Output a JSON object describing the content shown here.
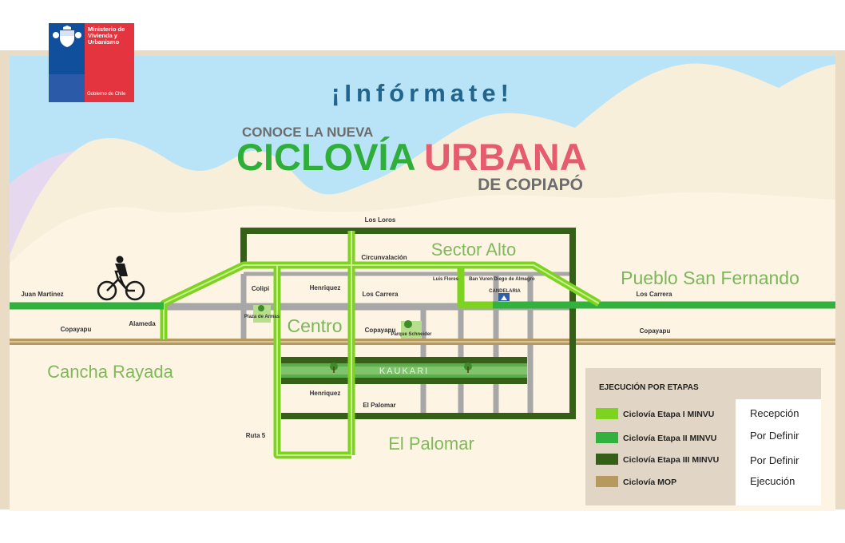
{
  "logo": {
    "ministry": "Ministerio de Vivienda y Urbanismo",
    "government": "Gobierno de Chile"
  },
  "header": {
    "informate": "¡Infórmate!",
    "conoce": "CONOCE LA NUEVA",
    "ciclovia": "CICLOVÍA",
    "urbana": "URBANA",
    "de_copiapo": "DE COPIAPÓ"
  },
  "sectors": {
    "sector_alto": "Sector Alto",
    "pueblo_san_fernando": "Pueblo San Fernando",
    "centro": "Centro",
    "cancha_rayada": "Cancha Rayada",
    "el_palomar": "El Palomar"
  },
  "streets": {
    "los_loros": "Los Loros",
    "circunvalacion": "Circunvalación",
    "henriquez_top": "Henriquez",
    "los_carrera_center": "Los Carrera",
    "colipi": "Colipi",
    "luis_flores": "Luis Flores",
    "ban_vuren": "Ban Vuren",
    "diego_de_almagro": "Diego de Almagro",
    "los_carrera_east": "Los Carrera",
    "juan_martinez": "Juan Martinez",
    "copayapu_west": "Copayapu",
    "alameda": "Alameda",
    "copayapu_center": "Copayapu",
    "copayapu_east": "Copayapu",
    "henriquez_bottom": "Henriquez",
    "el_palomar": "El Palomar",
    "ruta_5": "Ruta 5",
    "kaukari": "KAUKARI",
    "plaza_de_armas": "Plaza de Armas",
    "parque_schneider": "Parque Schneider",
    "candelaria": "CANDELARIA"
  },
  "legend": {
    "title": "EJECUCIÓN POR ETAPAS",
    "items": [
      {
        "label": "Ciclovía Etapa I MINVU",
        "color": "#7ed321",
        "status": "Recepción"
      },
      {
        "label": "Ciclovía Etapa II MINVU",
        "color": "#33b13f",
        "status": "Por Definir"
      },
      {
        "label": "Ciclovía Etapa III MINVU",
        "color": "#365f17",
        "status": "Por Definir"
      },
      {
        "label": "Ciclovía  MOP",
        "color": "#b5995e",
        "status": "Ejecución"
      }
    ]
  },
  "colors": {
    "sky": "#b9e3f7",
    "ground": "#fdf4e4",
    "frame": "#eadcc4",
    "etapa_1": "#7ed321",
    "etapa_2": "#33b13f",
    "etapa_3": "#365f17",
    "mop": "#b5995e",
    "street": "#a7a7a7",
    "title_green": "#2fae3a",
    "title_red": "#e45c6e",
    "title_gray": "#6c6c6c",
    "informate_blue": "#21658e",
    "sector_label": "#82b85c"
  }
}
